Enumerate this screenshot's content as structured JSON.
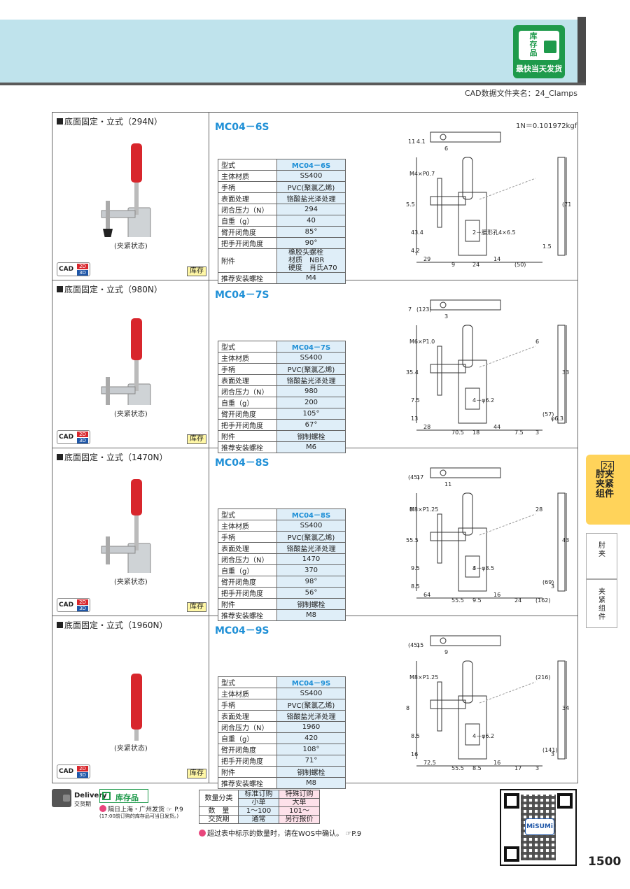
{
  "header": {
    "badge_line1": "库",
    "badge_line2": "存",
    "badge_line3": "品",
    "badge_slogan": "最快当天发货",
    "cad_file": "CAD数据文件夹名：24_Clamps"
  },
  "unit_note": "1N＝0.101972kgf",
  "state_label": "(夹紧状态)",
  "cad_label": "CAD",
  "cad_2d": "2D",
  "cad_3d": "3D",
  "stock_tag": "库存",
  "spec_keys": [
    "型式",
    "主体材质",
    "手柄",
    "表面处理",
    "闭合压力（N）",
    "自重（g）",
    "臂开闭角度",
    "把手开闭角度",
    "附件",
    "推荐安装螺栓"
  ],
  "products": [
    {
      "title": "底面固定・立式（294N）",
      "model": "MC04－6S",
      "values": [
        "MC04－6S",
        "SS400",
        "PVC(聚氯乙烯)",
        "铬酸盐光泽处理",
        "294",
        "40",
        "85°",
        "90°",
        "橡胶头螺栓\n材质　NBR\n硬度　肖氏A70",
        "M4"
      ],
      "dims": {
        "thread": "M4×P0.7",
        "slot": "2－腰形孔4×6.5",
        "a": "29",
        "b": "24",
        "c": "(50)",
        "d": "43.4",
        "e": "(71)",
        "f": "1.5",
        "g": "9",
        "h": "14",
        "i": "5.5",
        "j": "4.2",
        "k": "11",
        "l": "4.1",
        "m": "6"
      }
    },
    {
      "title": "底面固定・立式（980N）",
      "model": "MC04－7S",
      "values": [
        "MC04－7S",
        "SS400",
        "PVC(聚氯乙烯)",
        "铬酸盐光泽处理",
        "980",
        "200",
        "105°",
        "67°",
        "钢制螺栓",
        "M6"
      ],
      "dims": {
        "thread": "M6×P1.0",
        "hole": "4－φ6.2",
        "a": "28",
        "b": "18",
        "c": "7.5",
        "d": "7.5",
        "e": "33",
        "f": "(57)",
        "g": "70.5",
        "h": "44",
        "i": "35.4",
        "j": "13",
        "k": "7",
        "l": "(123)",
        "m": "3",
        "n": "6",
        "o": "3",
        "p": "φ6.3"
      }
    },
    {
      "title": "底面固定・立式（1470N）",
      "model": "MC04－8S",
      "values": [
        "MC04－8S",
        "SS400",
        "PVC(聚氯乙烯)",
        "铬酸盐光泽处理",
        "1470",
        "370",
        "98°",
        "56°",
        "钢制螺栓",
        "M8"
      ],
      "dims": {
        "thread": "M8×P1.25",
        "hole": "4－φ8.5",
        "a": "64",
        "b": "9.5",
        "c": "24",
        "d": "9.5",
        "e": "43",
        "f": "(69)",
        "g": "55.5",
        "h": "16",
        "i": "55.5",
        "j": "8.5",
        "k": "(45)",
        "l": "17",
        "m": "11",
        "n": "28",
        "o": "(162)",
        "p": "3",
        "q": "6",
        "r": "3"
      }
    },
    {
      "title": "底面固定・立式（1960N）",
      "model": "MC04－9S",
      "values": [
        "MC04－9S",
        "SS400",
        "PVC(聚氯乙烯)",
        "铬酸盐光泽处理",
        "1960",
        "420",
        "108°",
        "71°",
        "钢制螺栓",
        "M8"
      ],
      "dims": {
        "thread": "M8×P1.25",
        "hole": "4－φ6.2",
        "a": "72.5",
        "b": "8.5",
        "c": "17",
        "d": "8.5",
        "e": "34",
        "f": "(141)",
        "g": "55.5",
        "h": "16",
        "i": "8",
        "j": "16",
        "k": "(45)",
        "l": "15",
        "m": "9",
        "n": "(216)",
        "o": "3",
        "p": "3"
      }
    }
  ],
  "side_tabs": {
    "number": "24",
    "main": "肘夹\n夹紧组件",
    "tab2": "肘夹",
    "tab3": "夹紧组件"
  },
  "footer": {
    "delivery": "Delivery",
    "delivery_cn": "交货期",
    "stock_box": "库存品",
    "ship_line": "隔日上海・广州发货",
    "ship_ref": "P.9",
    "ship_note": "(17:00前订购的库存品可当日发货。)",
    "qty_headers": [
      "数量分类",
      "标准订购",
      "特殊订购"
    ],
    "qty_sub": [
      "小单",
      "大单"
    ],
    "qty_rows": [
      {
        "label": "数　量",
        "std": "1～100",
        "spc": "101～"
      },
      {
        "label": "交货期",
        "std": "通常",
        "spc": "另行报价"
      }
    ],
    "note": "超过表中标示的数量时，请在WOS中确认。",
    "note_ref": "P.9",
    "qr_logo": "MiSUMi"
  },
  "page_number": "1500",
  "colors": {
    "accent_blue": "#1e8fd6",
    "banner": "#bfe3ec",
    "stock_green": "#1e9a4b",
    "tab_yellow": "#ffd35a"
  }
}
